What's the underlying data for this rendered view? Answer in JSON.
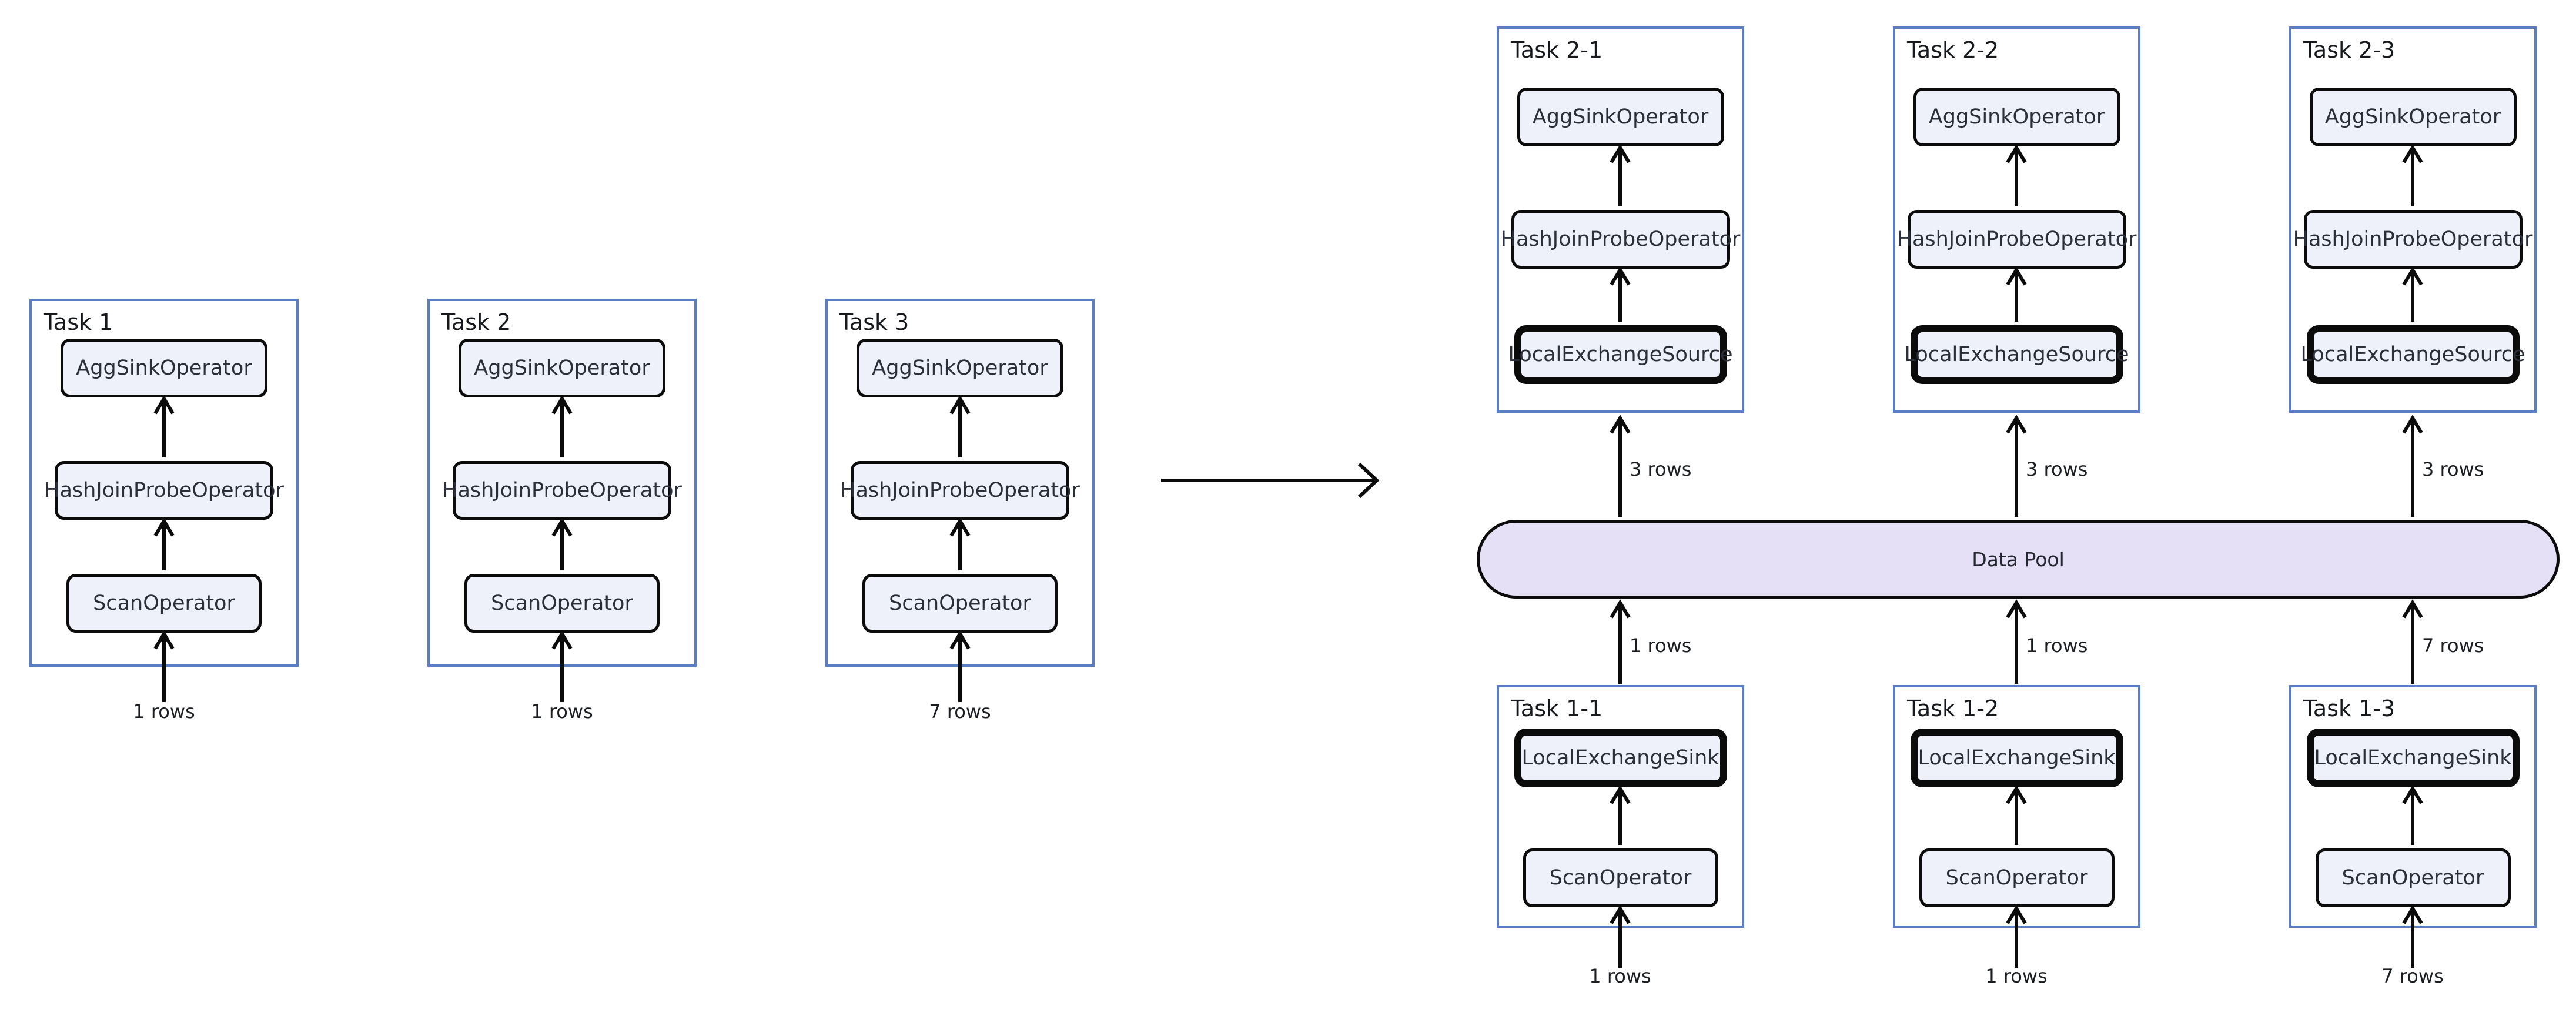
{
  "colors": {
    "task-border": "#5b7dc5",
    "node-fill": "#eef1fa",
    "node-border": "#0b0b0b",
    "pool-fill": "#e6e0f7",
    "arrow": "#0b0b0b"
  },
  "left_section": {
    "tasks": [
      {
        "label": "Task 1",
        "operators": [
          "AggSinkOperator",
          "HashJoinProbeOperator",
          "ScanOperator"
        ],
        "input_rows": "1 rows"
      },
      {
        "label": "Task 2",
        "operators": [
          "AggSinkOperator",
          "HashJoinProbeOperator",
          "ScanOperator"
        ],
        "input_rows": "1 rows"
      },
      {
        "label": "Task 3",
        "operators": [
          "AggSinkOperator",
          "HashJoinProbeOperator",
          "ScanOperator"
        ],
        "input_rows": "7 rows"
      }
    ]
  },
  "right_section": {
    "data_pool_label": "Data Pool",
    "top_tasks": [
      {
        "label": "Task 2-1",
        "operators": [
          "AggSinkOperator",
          "HashJoinProbeOperator",
          "LocalExchangeSource"
        ],
        "rows_from_pool": "3 rows"
      },
      {
        "label": "Task 2-2",
        "operators": [
          "AggSinkOperator",
          "HashJoinProbeOperator",
          "LocalExchangeSource"
        ],
        "rows_from_pool": "3 rows"
      },
      {
        "label": "Task 2-3",
        "operators": [
          "AggSinkOperator",
          "HashJoinProbeOperator",
          "LocalExchangeSource"
        ],
        "rows_from_pool": "3 rows"
      }
    ],
    "bottom_tasks": [
      {
        "label": "Task 1-1",
        "operators": [
          "LocalExchangeSink",
          "ScanOperator"
        ],
        "rows_to_pool": "1 rows",
        "input_rows": "1 rows"
      },
      {
        "label": "Task 1-2",
        "operators": [
          "LocalExchangeSink",
          "ScanOperator"
        ],
        "rows_to_pool": "1 rows",
        "input_rows": "1 rows"
      },
      {
        "label": "Task 1-3",
        "operators": [
          "LocalExchangeSink",
          "ScanOperator"
        ],
        "rows_to_pool": "7 rows",
        "input_rows": "7 rows"
      }
    ]
  }
}
